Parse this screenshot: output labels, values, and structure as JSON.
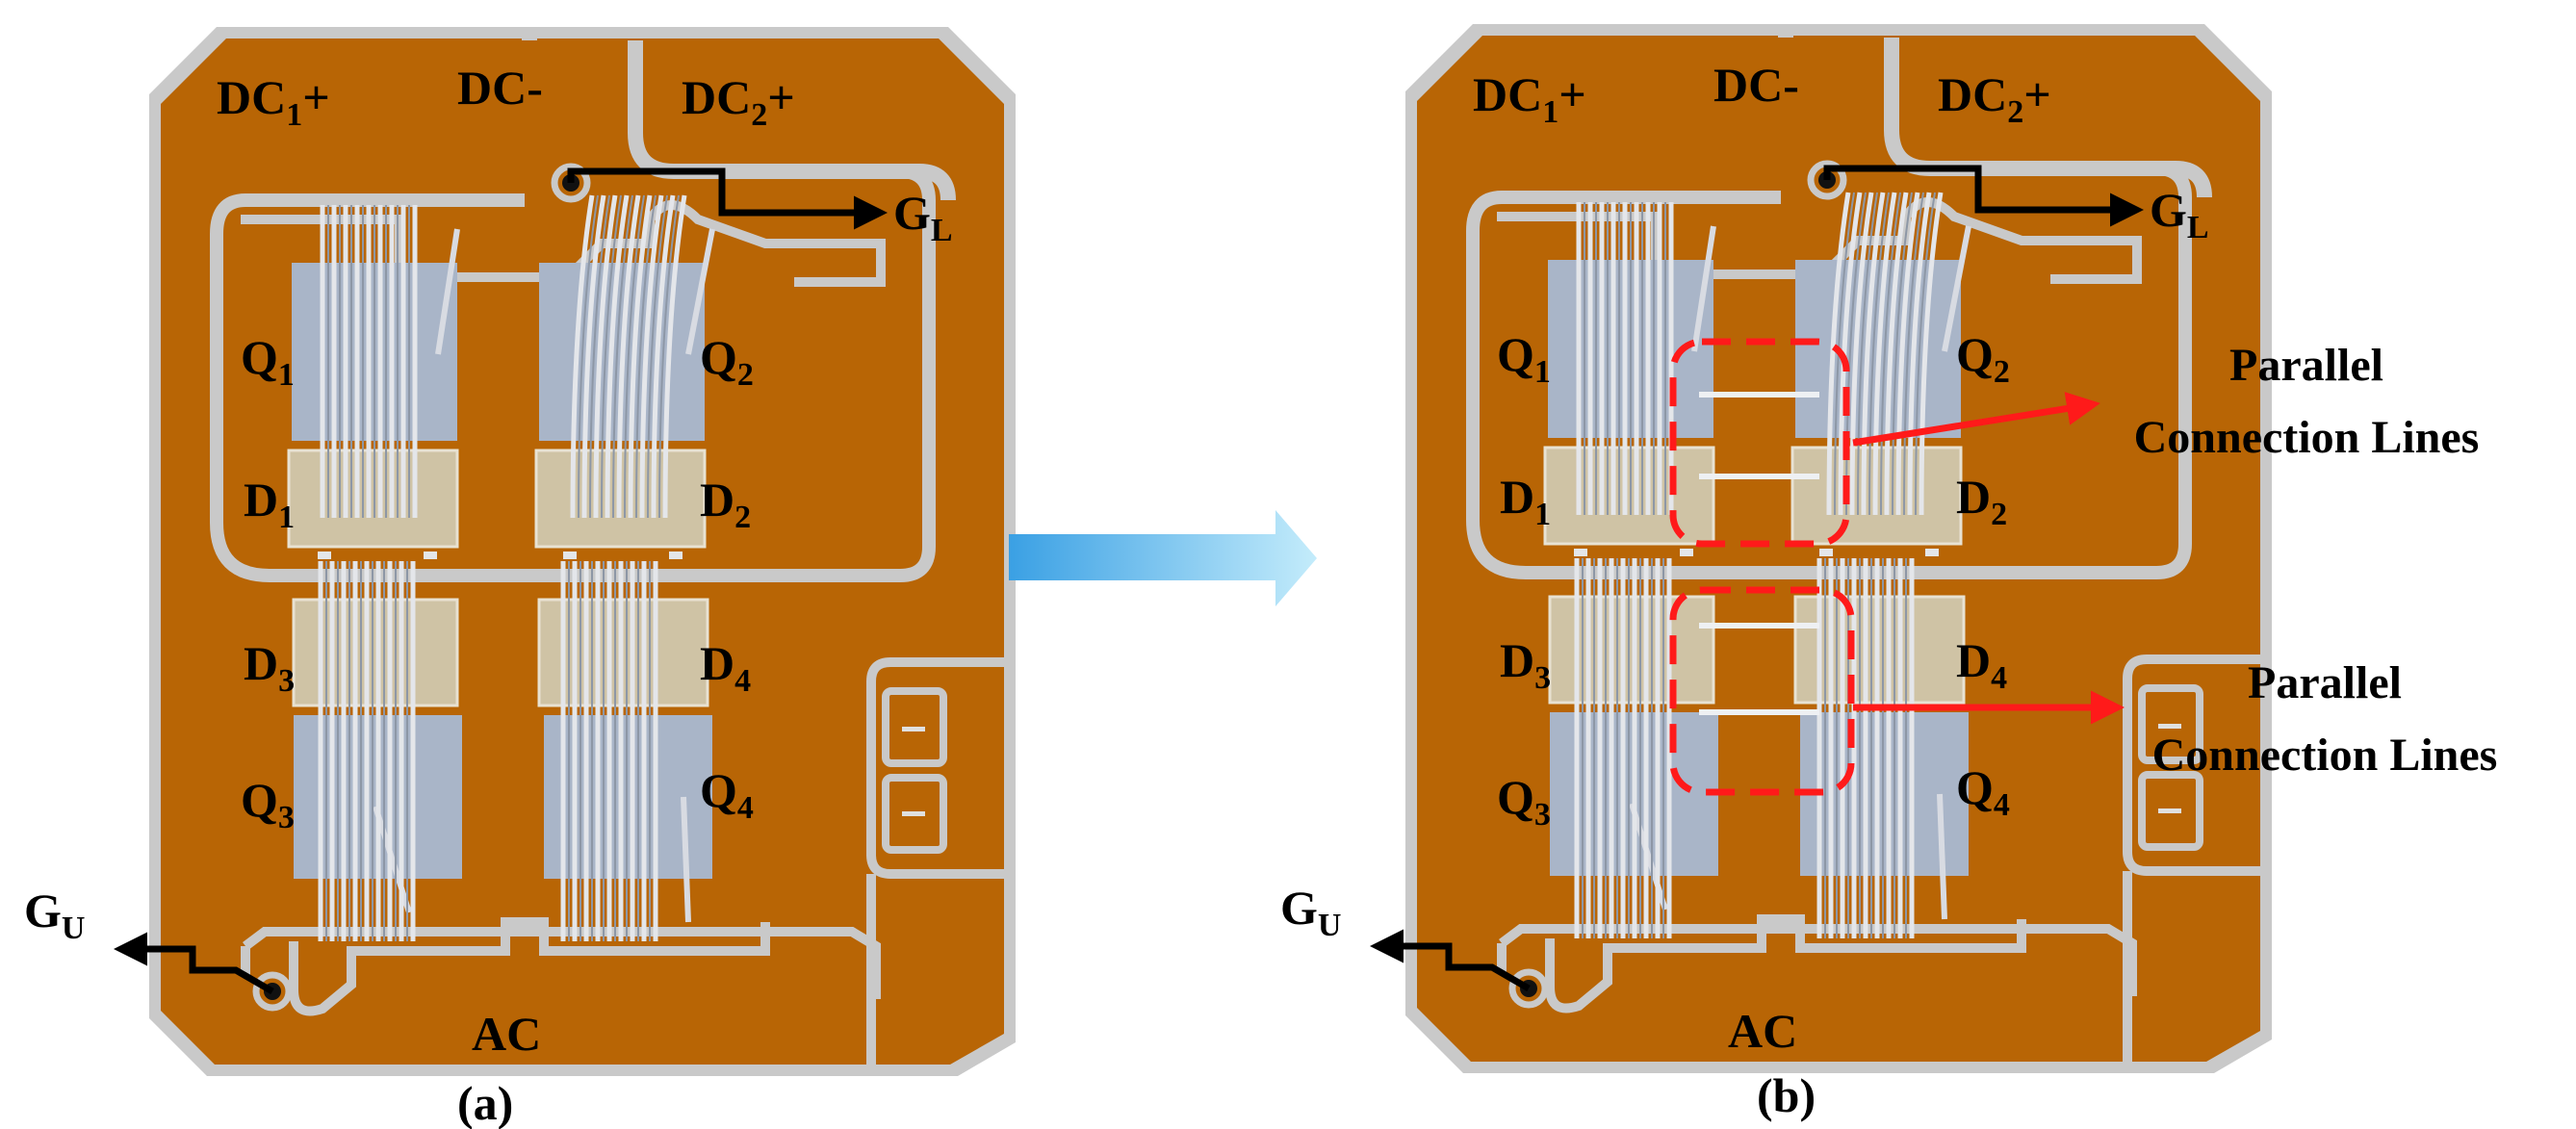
{
  "colors": {
    "substrate": "#b86505",
    "gap": "#c9c9c9",
    "chip_q": "#a9b5c8",
    "chip_d": "#cfc3a5",
    "bond_wire": "#e4e6ea",
    "gate_line": "#000000",
    "highlight": "#ff1a1a",
    "arrow_light": "#bfe8fb",
    "arrow_dark": "#3aa0e4"
  },
  "panels": [
    {
      "id": "a",
      "caption": "(a)",
      "terminals": {
        "dc1": "DC",
        "dc1_sub": "1",
        "dc1_sup": "+",
        "dcn": "DC-",
        "dc2": "DC",
        "dc2_sub": "2",
        "dc2_sup": "+",
        "ac": "AC"
      },
      "gates": {
        "gl": "G",
        "gl_sub": "L",
        "gu": "G",
        "gu_sub": "U"
      },
      "devices": {
        "q1": "Q",
        "q1s": "1",
        "q2": "Q",
        "q2s": "2",
        "q3": "Q",
        "q3s": "3",
        "q4": "Q",
        "q4s": "4",
        "d1": "D",
        "d1s": "1",
        "d2": "D",
        "d2s": "2",
        "d3": "D",
        "d3s": "3",
        "d4": "D",
        "d4s": "4"
      },
      "parallel_lines": false
    },
    {
      "id": "b",
      "caption": "(b)",
      "terminals": {
        "dc1": "DC",
        "dc1_sub": "1",
        "dc1_sup": "+",
        "dcn": "DC-",
        "dc2": "DC",
        "dc2_sub": "2",
        "dc2_sup": "+",
        "ac": "AC"
      },
      "gates": {
        "gl": "G",
        "gl_sub": "L",
        "gu": "G",
        "gu_sub": "U"
      },
      "devices": {
        "q1": "Q",
        "q1s": "1",
        "q2": "Q",
        "q2s": "2",
        "q3": "Q",
        "q3s": "3",
        "q4": "Q",
        "q4s": "4",
        "d1": "D",
        "d1s": "1",
        "d2": "D",
        "d2s": "2",
        "d3": "D",
        "d3s": "3",
        "d4": "D",
        "d4s": "4"
      },
      "parallel_lines": true
    }
  ],
  "annotations": [
    {
      "line1": "Parallel",
      "line2": "Connection Lines"
    },
    {
      "line1": "Parallel",
      "line2": "Connection Lines"
    }
  ]
}
